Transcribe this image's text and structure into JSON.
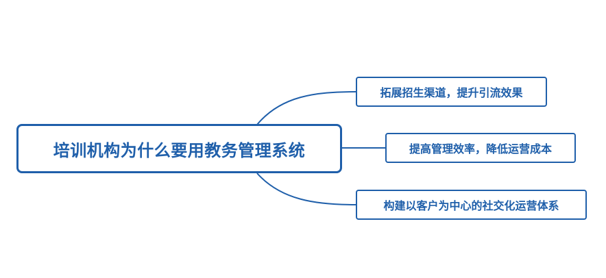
{
  "mindmap": {
    "root": {
      "label": "培训机构为什么要用教务管理系统"
    },
    "branches": [
      {
        "label": "拓展招生渠道，提升引流效果"
      },
      {
        "label": "提高管理效率，降低运营成本"
      },
      {
        "label": "构建以客户为中心的社交化运营体系"
      }
    ],
    "colors": {
      "accent": "#1f5faa",
      "background": "#ffffff"
    }
  }
}
